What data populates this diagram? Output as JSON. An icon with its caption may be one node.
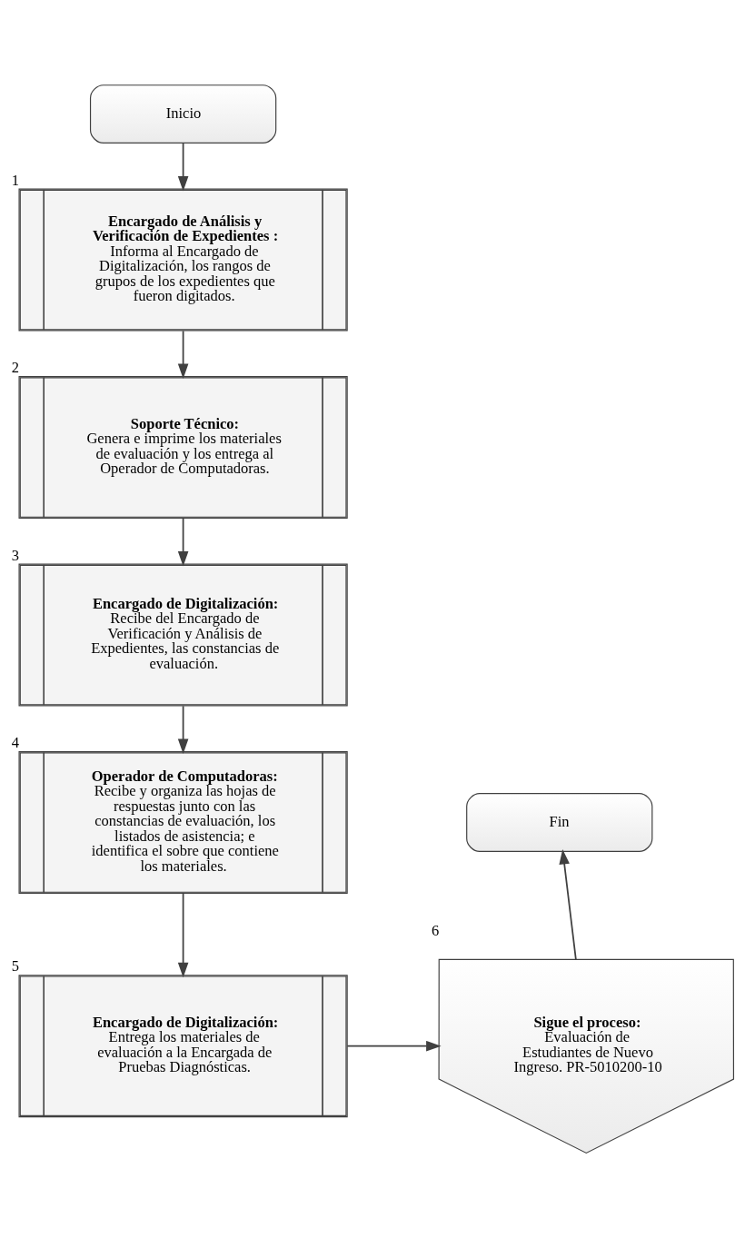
{
  "diagram": {
    "nodes": [
      {
        "text": [
          "Inicio"
        ]
      },
      {
        "text": [
          "Encargado de Análisis y Verificación de Expedientes :",
          "Informa al Encargado de Digitalización, los rangos de grupos de los expedientes que fueron digitados."
        ],
        "beside": [
          "1"
        ]
      },
      {
        "text": [
          "Soporte Técnico:",
          "Genera e imprime los materiales de evaluación y los entrega al Operador de Computadoras."
        ],
        "beside": [
          "2"
        ]
      },
      {
        "text": [
          "Encargado de Digitalización:",
          "Recibe del Encargado de Verificación y Análisis de Expedientes, las constancias de evaluación."
        ],
        "beside": [
          "3"
        ]
      },
      {
        "text": [
          "Operador de Computadoras:",
          "Recibe y organiza las hojas de respuestas junto con las constancias de evaluación, los listados de asistencia; e identifica el sobre que contiene los materiales."
        ],
        "beside": [
          "4"
        ]
      },
      {
        "text": [
          "Fin"
        ]
      },
      {
        "text": [
          "Encargado de Digitalización:",
          "Entrega los materiales de evaluación a la Encargada de Pruebas Diagnósticas."
        ],
        "beside": [
          "5"
        ]
      },
      {
        "text": [
          "Sigue el proceso:",
          "Evaluación de Estudiantes de Nuevo Ingreso. PR-5010200-10"
        ],
        "beside": [
          "6"
        ]
      }
    ],
    "edges": [
      {
        "from": 0,
        "to": 1,
        "arrow": "to"
      },
      {
        "from": 1,
        "to": 2,
        "arrow": "to"
      },
      {
        "from": 2,
        "to": 3,
        "arrow": "to"
      },
      {
        "from": 3,
        "to": 4,
        "arrow": "to"
      },
      {
        "from": 4,
        "to": 6,
        "arrow": "to"
      },
      {
        "from": 6,
        "to": 7,
        "arrow": "to"
      },
      {
        "from": 7,
        "to": 5,
        "arrow": "to"
      }
    ]
  }
}
